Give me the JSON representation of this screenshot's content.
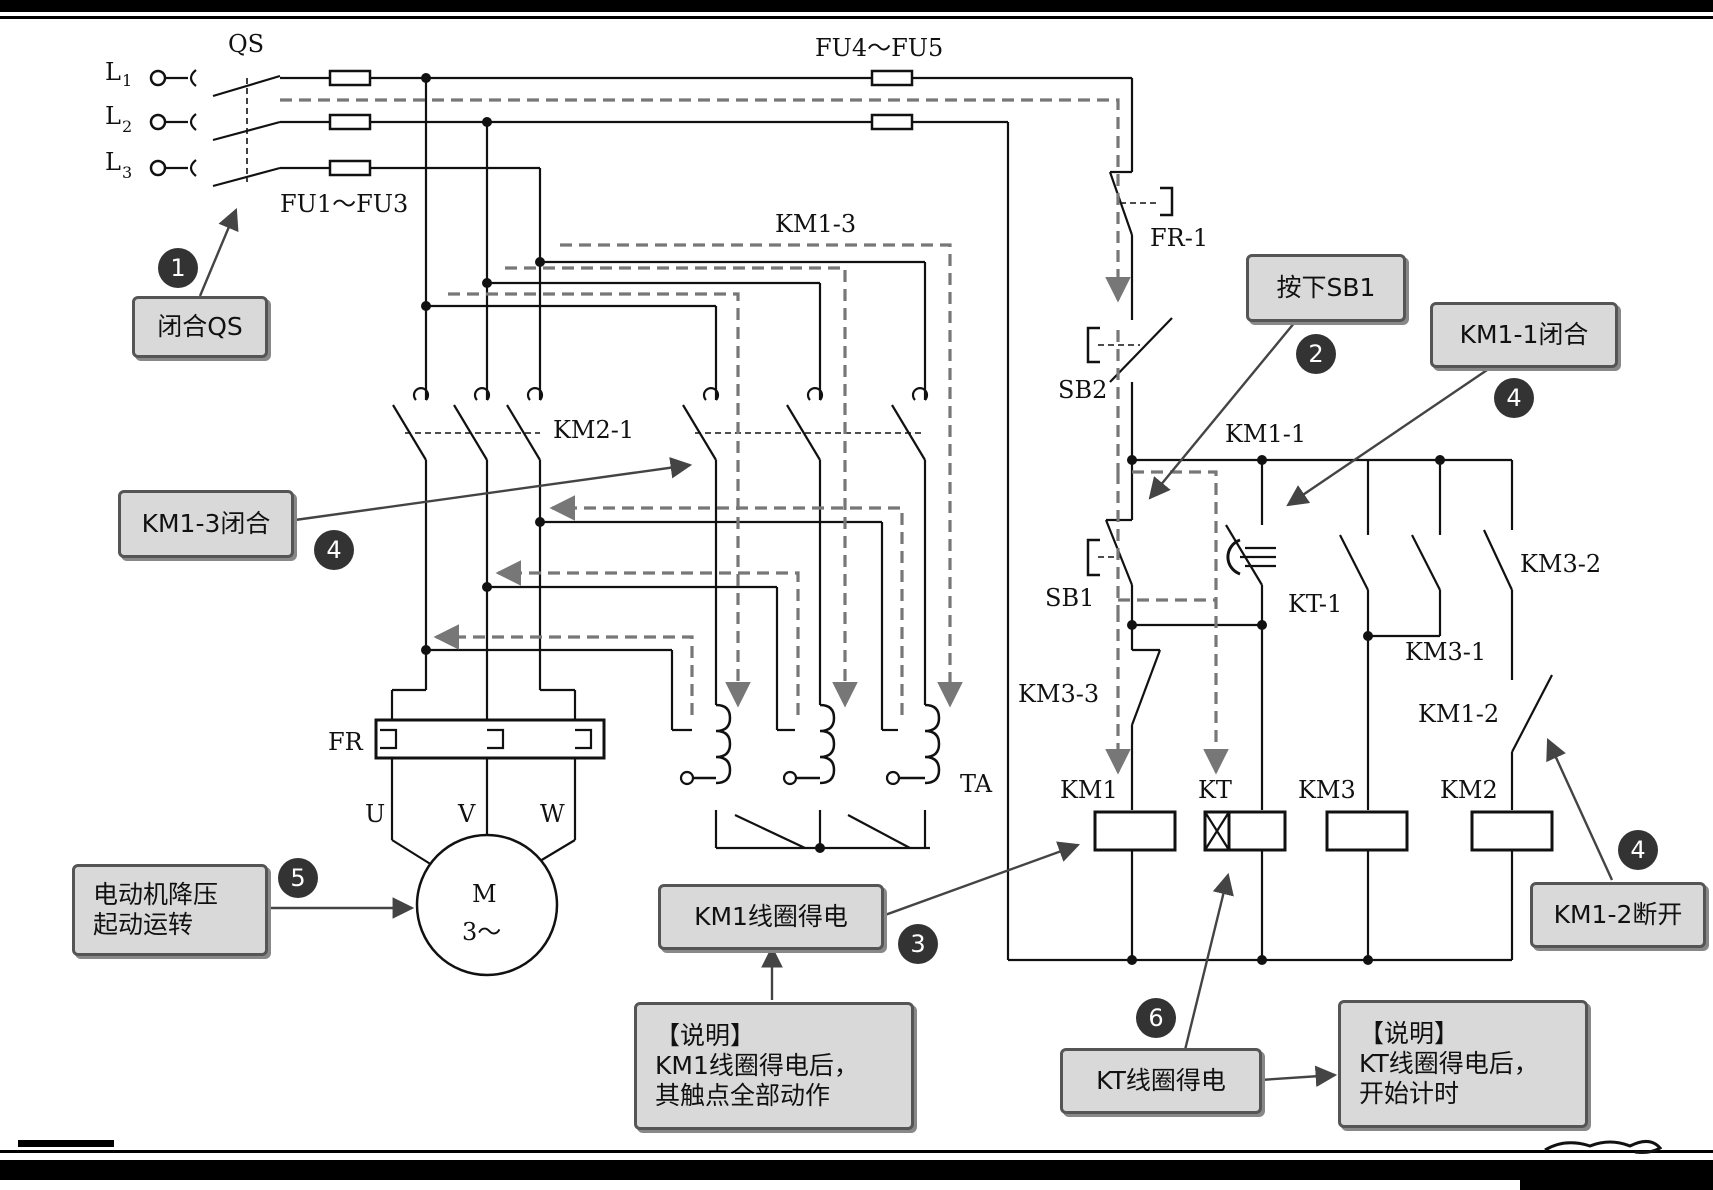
{
  "labels": {
    "L1": "L",
    "L1_sub": "1",
    "L2": "L",
    "L2_sub": "2",
    "L3": "L",
    "L3_sub": "3",
    "QS": "QS",
    "FU1_FU3": "FU1～FU3",
    "FU4_FU5": "FU4～FU5",
    "FR_1": "FR-1",
    "SB2": "SB2",
    "SB1": "SB1",
    "KM1_3": "KM1-3",
    "KM2_1": "KM2-1",
    "KM1_1": "KM1-1",
    "KT_1": "KT-1",
    "KM3_1": "KM3-1",
    "KM3_2": "KM3-2",
    "KM3_3": "KM3-3",
    "KM1_2": "KM1-2",
    "FR": "FR",
    "U": "U",
    "V": "V",
    "W": "W",
    "M": "M",
    "M3": "3～",
    "TA": "TA",
    "KM1_coil": "KM1",
    "KT_coil": "KT",
    "KM3_coil": "KM3",
    "KM2_coil": "KM2"
  },
  "callouts": {
    "close_qs": "闭合QS",
    "press_sb1": "按下SB1",
    "km1_1_close": "KM1-1闭合",
    "km1_3_close": "KM1-3闭合",
    "motor_start": "电动机降压\n起动运转",
    "km1_coil_energized": "KM1线圈得电",
    "note1": "【说明】\nKM1线圈得电后，\n其触点全部动作",
    "kt_coil_energized": "KT线圈得电",
    "note2": "【说明】\nKT线圈得电后，\n开始计时",
    "km1_2_open": "KM1-2断开"
  },
  "steps": {
    "s1": "1",
    "s2": "2",
    "s3": "3",
    "s4a": "4",
    "s4b": "4",
    "s4c": "4",
    "s5": "5",
    "s6": "6"
  },
  "colors": {
    "line": "#111111",
    "flow": "#777777",
    "box_fill": "#d9d9d9",
    "box_border": "#555555",
    "badge": "#333333"
  }
}
